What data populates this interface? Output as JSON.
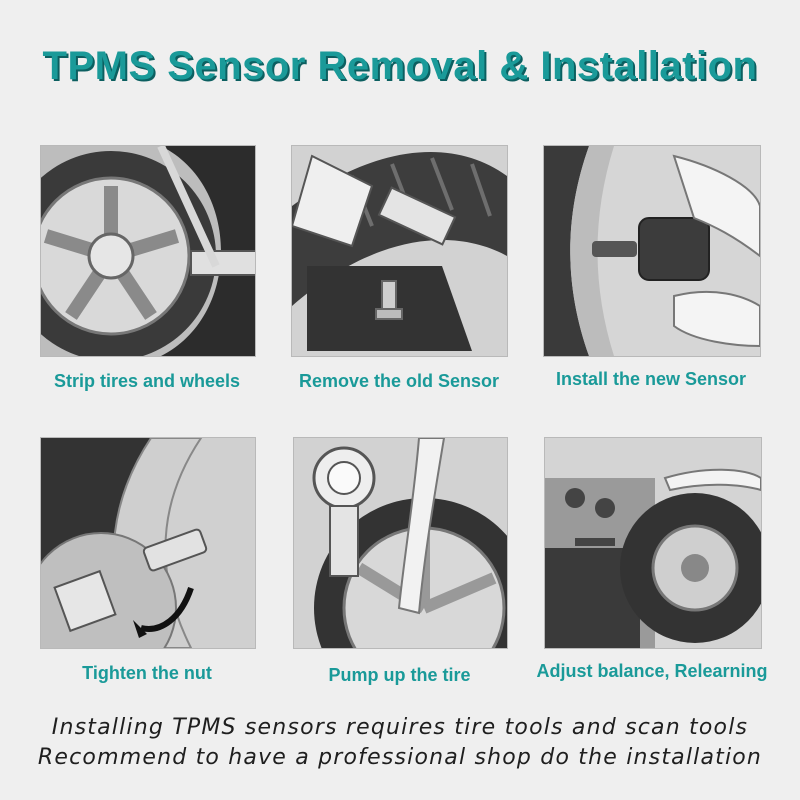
{
  "title": "TPMS Sensor  Removal & Installation",
  "steps": [
    {
      "caption": "Strip tires and wheels",
      "image": "tire-removal-photo"
    },
    {
      "caption": "Remove the old Sensor",
      "image": "old-sensor-valve-photo"
    },
    {
      "caption": "Install the new Sensor",
      "image": "new-sensor-hand-photo"
    },
    {
      "caption": "Tighten the nut",
      "image": "valve-nut-photo"
    },
    {
      "caption": "Pump up the tire",
      "image": "tire-pump-photo"
    },
    {
      "caption": "Adjust balance, Relearning",
      "image": "wheel-balancer-photo"
    }
  ],
  "notes": {
    "line1": "Installing TPMS sensors requires tire tools and scan tools",
    "line2": "Recommend to have a professional shop do the installation"
  },
  "colors": {
    "accent": "#1a9a99",
    "text": "#1f1f1f",
    "background": "#efefef"
  }
}
